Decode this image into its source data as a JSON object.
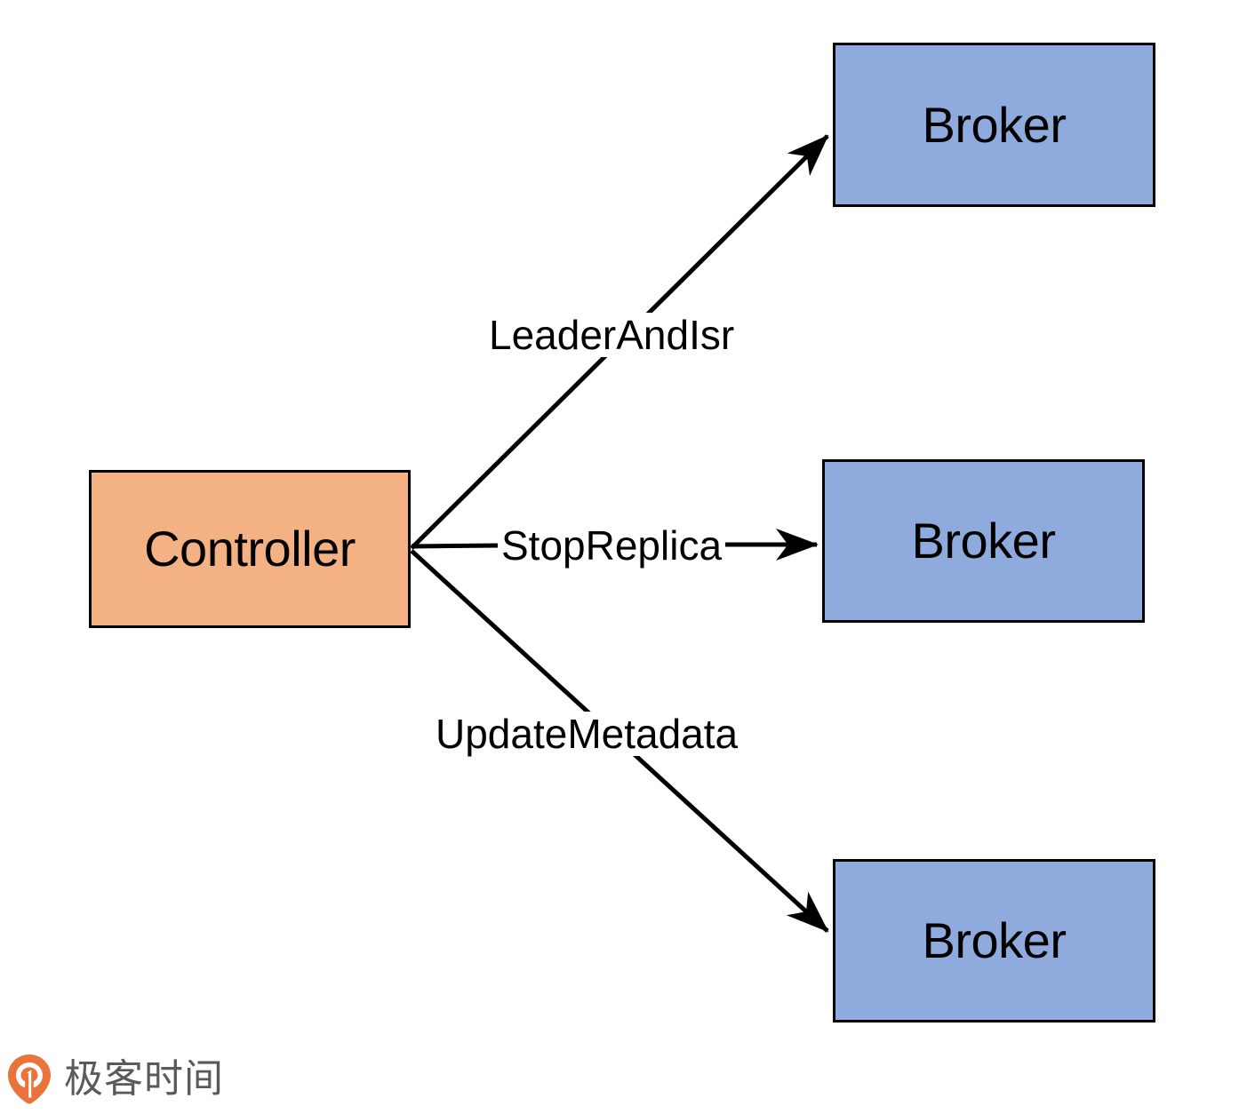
{
  "diagram": {
    "type": "node-edge-flow",
    "background_color": "#ffffff",
    "nodes": [
      {
        "id": "controller",
        "label": "Controller",
        "fill_color": "#f4b183",
        "stroke_color": "#000000"
      },
      {
        "id": "broker-1",
        "label": "Broker",
        "fill_color": "#8faadc",
        "stroke_color": "#000000"
      },
      {
        "id": "broker-2",
        "label": "Broker",
        "fill_color": "#8faadc",
        "stroke_color": "#000000"
      },
      {
        "id": "broker-3",
        "label": "Broker",
        "fill_color": "#8faadc",
        "stroke_color": "#000000"
      }
    ],
    "edges": [
      {
        "id": "edge-leaderandisr",
        "label": "LeaderAndIsr",
        "from": "controller",
        "to": "broker-1",
        "stroke_color": "#000000"
      },
      {
        "id": "edge-stopreplica",
        "label": "StopReplica",
        "from": "controller",
        "to": "broker-2",
        "stroke_color": "#000000"
      },
      {
        "id": "edge-updatemetadata",
        "label": "UpdateMetadata",
        "from": "controller",
        "to": "broker-3",
        "stroke_color": "#000000"
      }
    ]
  },
  "watermark": {
    "text": "极客时间",
    "logo_color": "#e8743b",
    "text_color": "#5a5a5a"
  }
}
